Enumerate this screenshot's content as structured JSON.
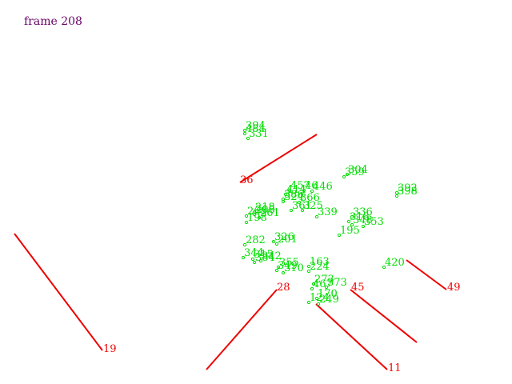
{
  "frame_label": "frame 208",
  "colors": {
    "segment": "#ee0000",
    "point": "#00dd00",
    "frame": "#660066"
  },
  "segments": [
    {
      "label": "36"
    },
    {
      "label": "19"
    },
    {
      "label": "28"
    },
    {
      "label": "45"
    },
    {
      "label": "49"
    },
    {
      "label": "11"
    }
  ],
  "points": [
    {
      "label": "394"
    },
    {
      "label": "484"
    },
    {
      "label": "331"
    },
    {
      "label": "304"
    },
    {
      "label": "359"
    },
    {
      "label": "457"
    },
    {
      "label": "46"
    },
    {
      "label": "446"
    },
    {
      "label": "414"
    },
    {
      "label": "386"
    },
    {
      "label": "324"
    },
    {
      "label": "366"
    },
    {
      "label": "392"
    },
    {
      "label": "398"
    },
    {
      "label": "218"
    },
    {
      "label": "208"
    },
    {
      "label": "268"
    },
    {
      "label": "261"
    },
    {
      "label": "198"
    },
    {
      "label": "361"
    },
    {
      "label": "325"
    },
    {
      "label": "339"
    },
    {
      "label": "336"
    },
    {
      "label": "318"
    },
    {
      "label": "348"
    },
    {
      "label": "353"
    },
    {
      "label": "195"
    },
    {
      "label": "282"
    },
    {
      "label": "326"
    },
    {
      "label": "201"
    },
    {
      "label": "344"
    },
    {
      "label": "315"
    },
    {
      "label": "342"
    },
    {
      "label": "384"
    },
    {
      "label": "355"
    },
    {
      "label": "349"
    },
    {
      "label": "310"
    },
    {
      "label": "163"
    },
    {
      "label": "224"
    },
    {
      "label": "420"
    },
    {
      "label": "273"
    },
    {
      "label": "467"
    },
    {
      "label": "373"
    },
    {
      "label": "170"
    },
    {
      "label": "124"
    },
    {
      "label": "249"
    }
  ]
}
